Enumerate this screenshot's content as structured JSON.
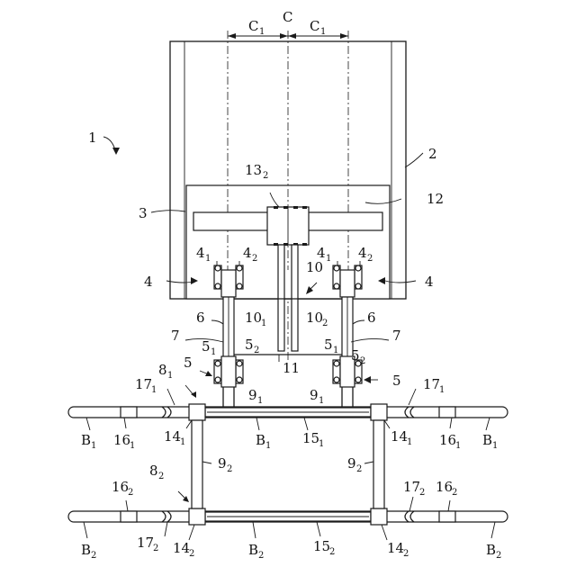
{
  "figure": {
    "labels": {
      "c": "C",
      "c1": "C",
      "c1_sub": "1",
      "l1": "1",
      "l2": "2",
      "l3": "3",
      "l4": "4",
      "l5": "5",
      "l6": "6",
      "l7": "7",
      "l8": "8",
      "l8_1_sub": "1",
      "l8_2_sub": "2",
      "l9": "9",
      "l9_1_sub": "1",
      "l9_2_sub": "2",
      "l10": "10",
      "l10_1_sub": "1",
      "l10_2_sub": "2",
      "l11": "11",
      "l12": "12",
      "l13": "13",
      "l13_sub": "2",
      "l14": "14",
      "l14_1_sub": "1",
      "l14_2_sub": "2",
      "l15": "15",
      "l15_1_sub": "1",
      "l15_2_sub": "2",
      "l16": "16",
      "l16_1_sub": "1",
      "l16_2_sub": "2",
      "l17": "17",
      "l17_1_sub": "1",
      "l17_2_sub": "2",
      "b": "B",
      "b1_sub": "1",
      "b2_sub": "2",
      "sub1": "1",
      "sub2": "2"
    }
  }
}
